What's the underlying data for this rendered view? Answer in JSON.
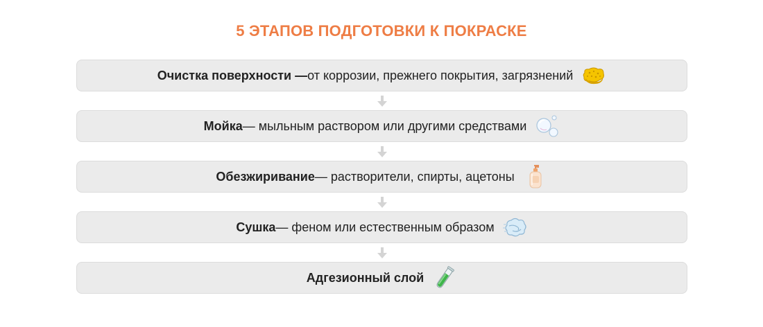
{
  "title": "5 ЭТАПОВ ПОДГОТОВКИ К ПОКРАСКЕ",
  "colors": {
    "title": "#ee7d45",
    "step_background": "#ebebeb",
    "arrow": "#d4d4d4"
  },
  "steps": [
    {
      "name": "Очистка поверхности —",
      "description": " от коррозии, прежнего покрытия, загрязнений",
      "icon": "sponge-icon"
    },
    {
      "name": "Мойка",
      "description": " — мыльным раствором или другими средствами",
      "icon": "soap-bubbles-icon"
    },
    {
      "name": "Обезжиривание",
      "description": " — растворители, спирты, ацетоны",
      "icon": "lotion-bottle-icon"
    },
    {
      "name": "Сушка",
      "description": " — феном или естественным образом",
      "icon": "wind-puff-icon"
    },
    {
      "name": "Адгезионный слой",
      "description": "",
      "icon": "test-tube-icon"
    }
  ]
}
